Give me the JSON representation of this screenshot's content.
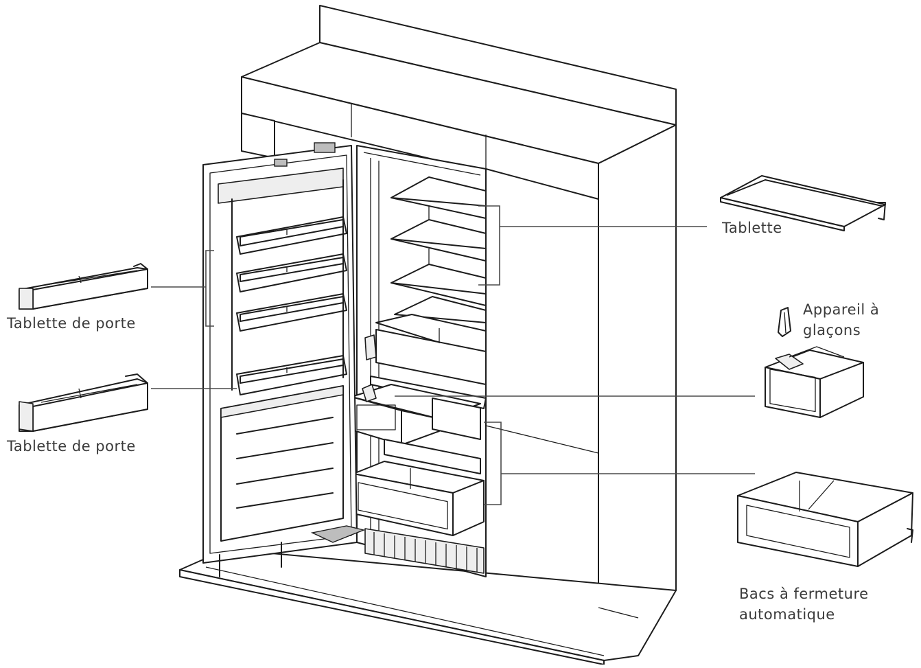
{
  "labels": {
    "tablette": "Tablette",
    "door_shelf_top": "Tablette de porte",
    "door_shelf_bottom": "Tablette de porte",
    "ice_maker_line1": "Appareil à",
    "ice_maker_line2": "glaçons",
    "drawers_line1": "Bacs à fermeture",
    "drawers_line2": "automatique"
  },
  "colors": {
    "line": "#1c1c1c",
    "text": "#3a3a3a",
    "background": "#ffffff"
  }
}
